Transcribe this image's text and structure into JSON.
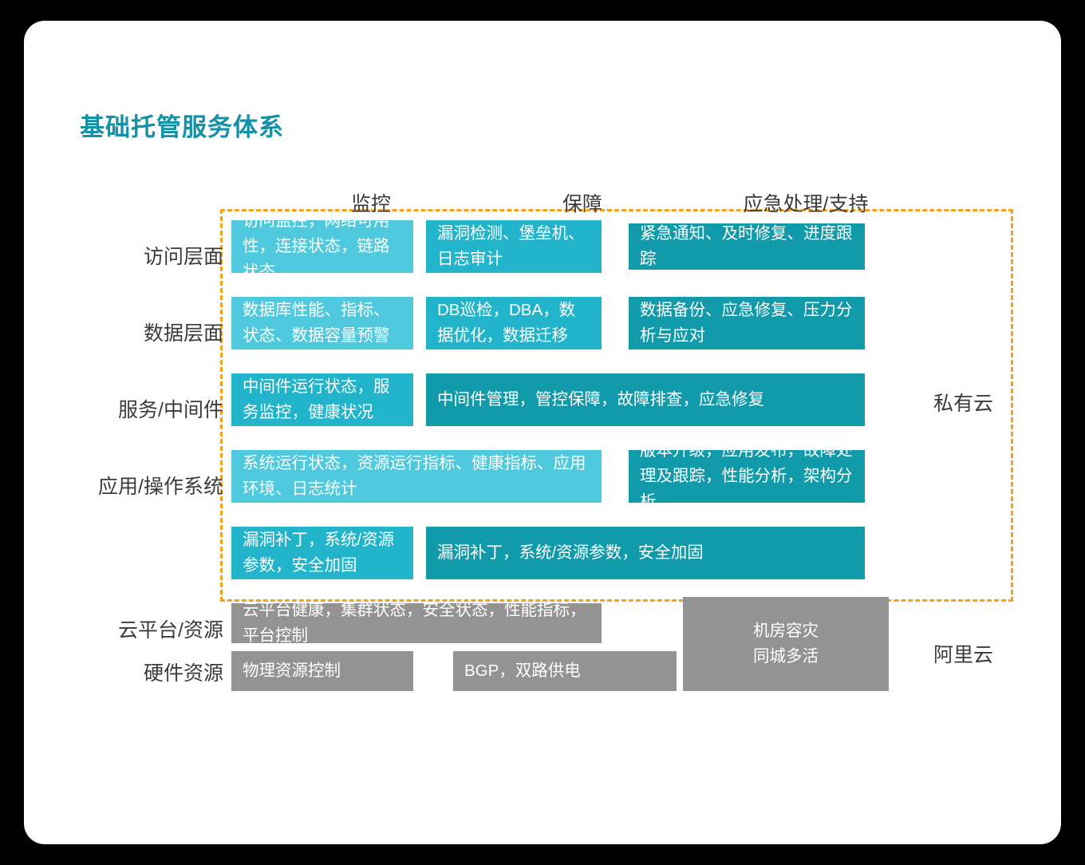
{
  "title": "基础托管服务体系",
  "columns": [
    {
      "label": "监控"
    },
    {
      "label": "保障"
    },
    {
      "label": "应急处理/支持"
    }
  ],
  "rows": [
    {
      "label": "访问层面"
    },
    {
      "label": "数据层面"
    },
    {
      "label": "服务/中间件"
    },
    {
      "label": "应用/操作系统"
    },
    {
      "label": ""
    },
    {
      "label": "云平台/资源"
    },
    {
      "label": "硬件资源"
    }
  ],
  "side_labels": {
    "private_cloud": "私有云",
    "alicloud": "阿里云"
  },
  "cells": {
    "r1c1": "访问监控，网络可用性，连接状态，链路状态",
    "r1c2": "漏洞检测、堡垒机、日志审计",
    "r1c3": "紧急通知、及时修复、进度跟踪",
    "r2c1": "数据库性能、指标、状态、数据容量预警",
    "r2c2": "DB巡检，DBA，数据优化，数据迁移",
    "r2c3": "数据备份、应急修复、压力分析与应对",
    "r3c1": "中间件运行状态，服务监控，健康状况",
    "r3c23": "中间件管理，管控保障，故障排查，应急修复",
    "r4c12": "系统运行状态，资源运行指标、健康指标、应用环境、日志统计",
    "r4c3": "版本升级，应用发布，故障处理及跟踪，性能分析，架构分析",
    "r5c1": "漏洞补丁，系统/资源参数，安全加固",
    "r5c23": "漏洞补丁，系统/资源参数，安全加固",
    "r6c12": "云平台健康，集群状态，安全状态，性能指标，平台控制",
    "r6c3": "机房容灾\n同城多活",
    "r7c1": "物理资源控制",
    "r7c2": "BGP，双路供电"
  },
  "colors": {
    "accent_teal": "#1391a8",
    "cell_light": "#4ec9dd",
    "cell_mid": "#21b4ca",
    "cell_dark": "#119aa9",
    "cell_gray": "#939393",
    "dashed_border": "#f5a11e",
    "text_dark": "#3b3b3b",
    "card_bg": "#ffffff",
    "page_bg": "#000000"
  }
}
